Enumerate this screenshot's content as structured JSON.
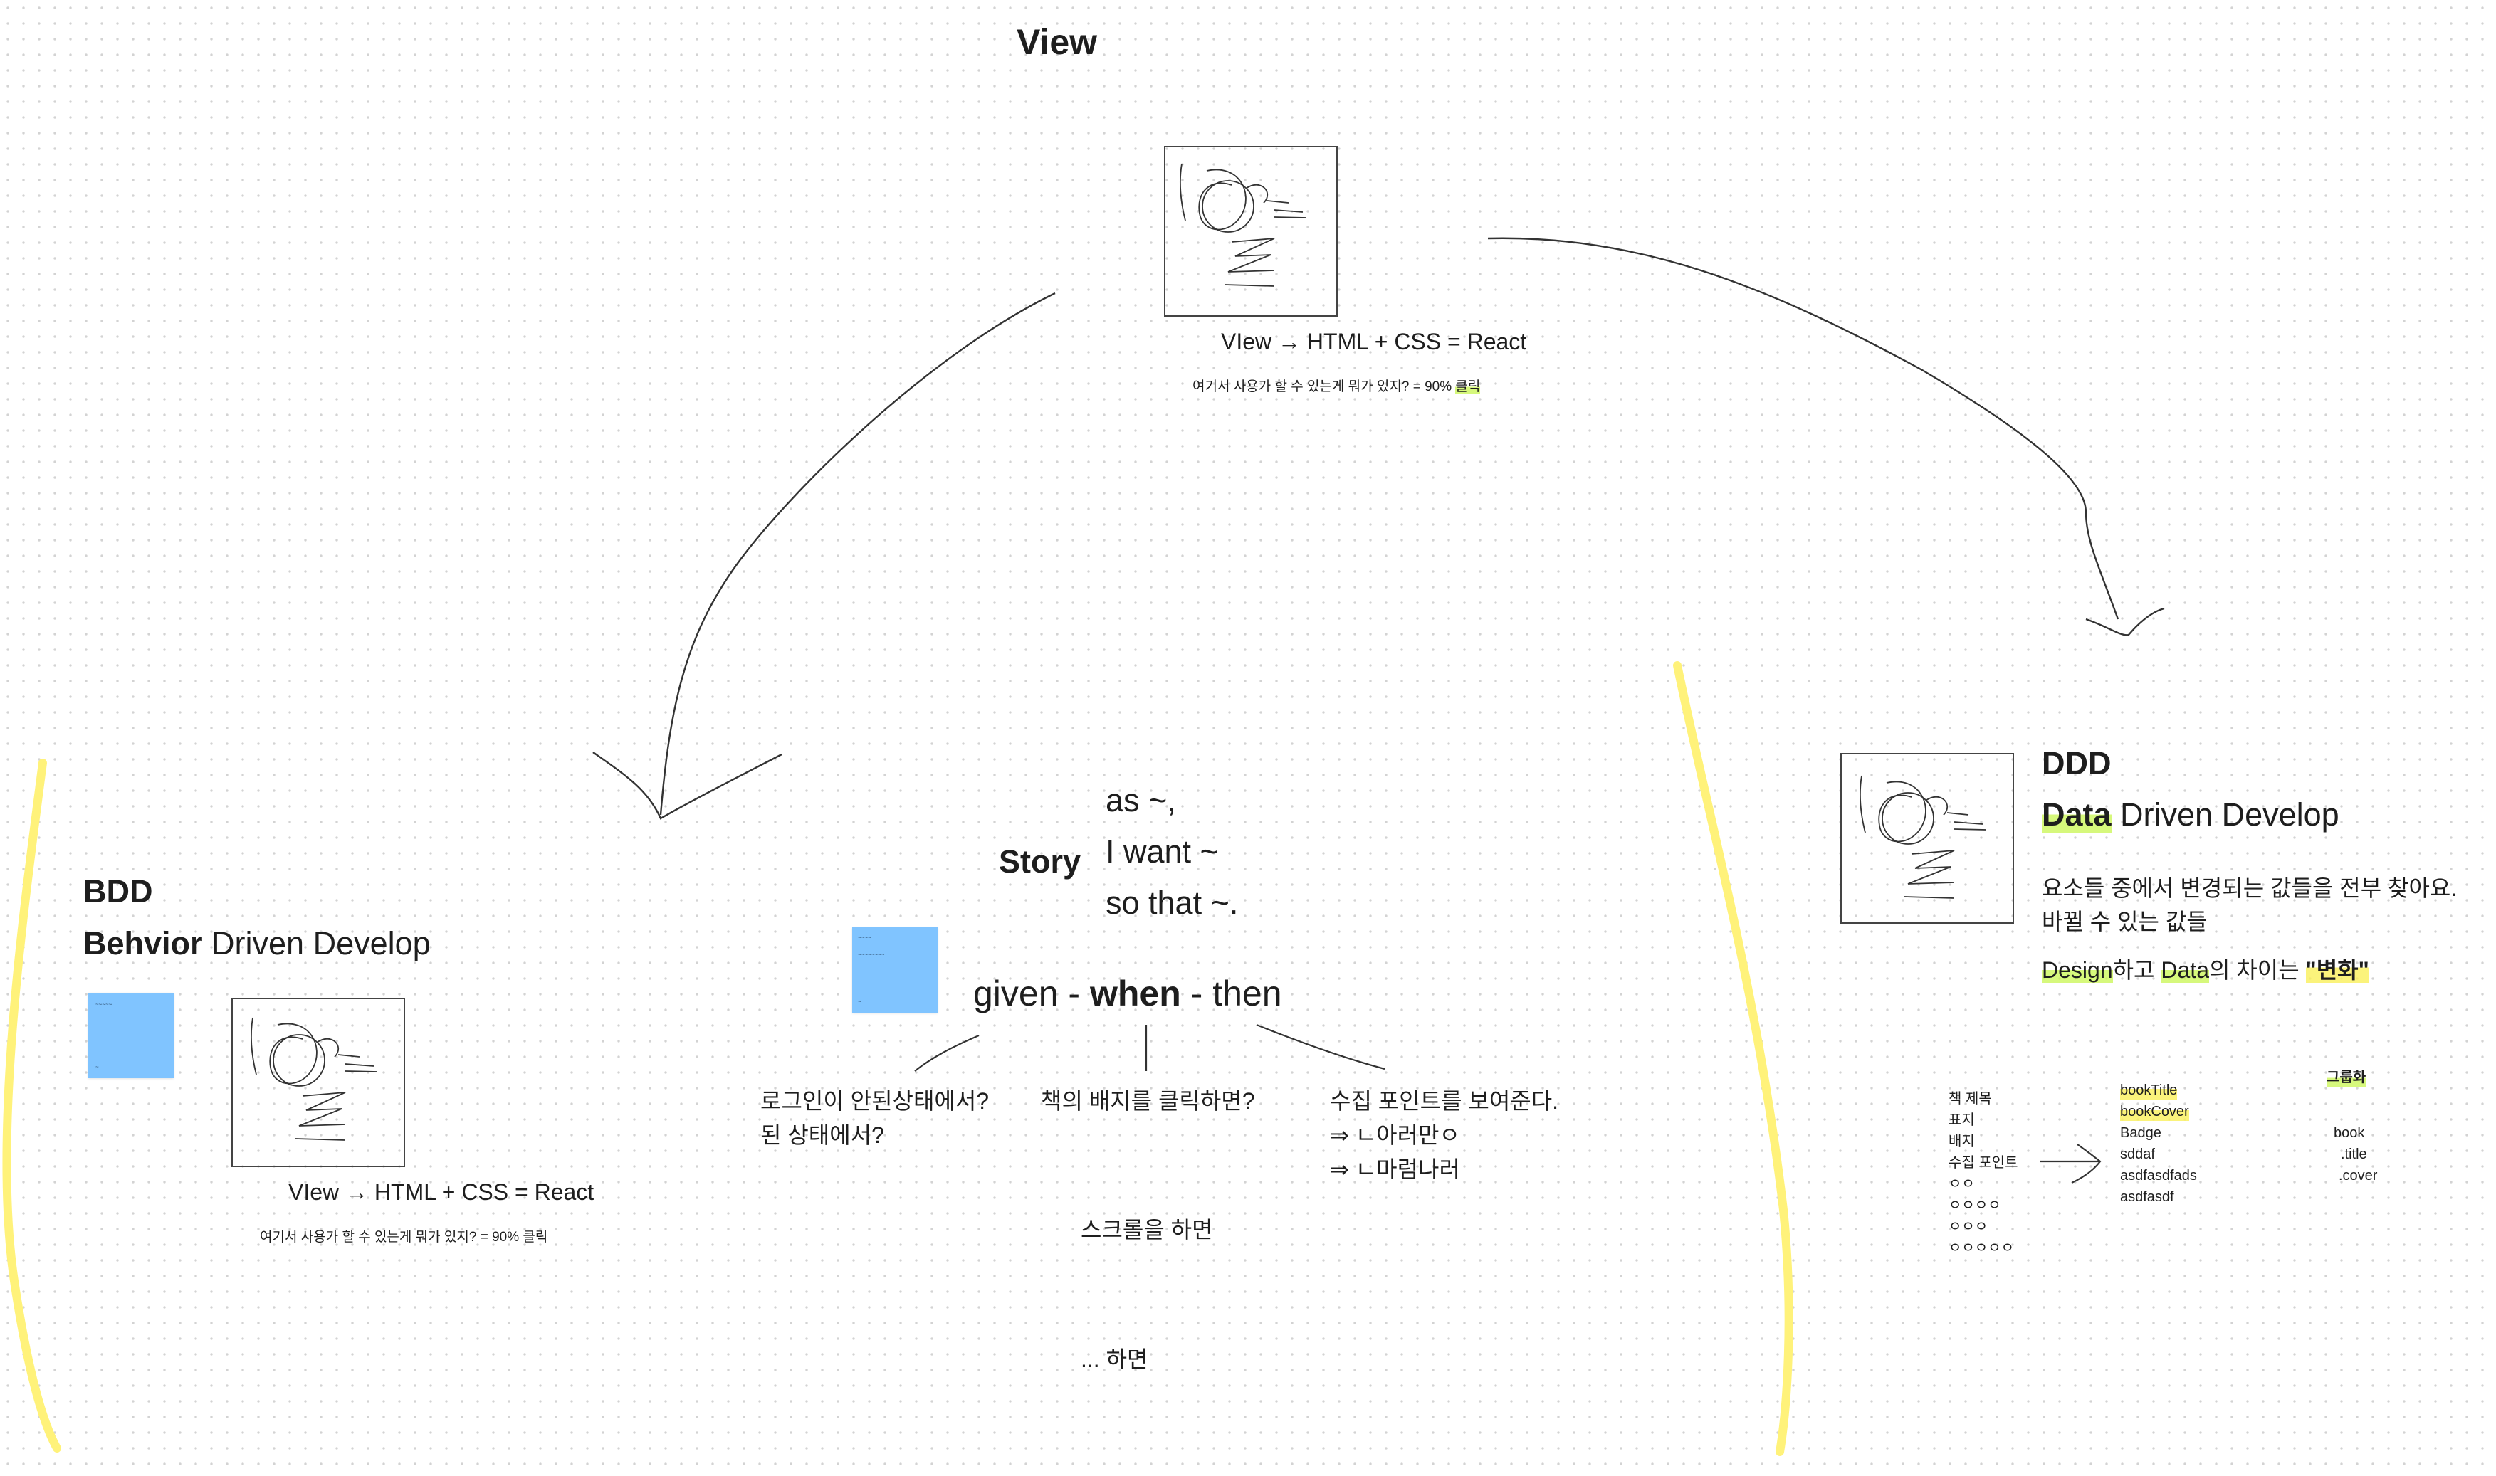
{
  "view": {
    "title": "View",
    "formula": "VIew → HTML + CSS  = React",
    "note_prefix": "여기서 사용가 할 수 있는게 뭐가 있지? = 90% ",
    "note_highlight": "클릭"
  },
  "bdd": {
    "abbr": "BDD",
    "name_bold": "Behvior",
    "name_rest": " Driven Develop",
    "formula": "VIew → HTML + CSS  = React",
    "note": "여기서 사용가 할 수 있는게 뭐가 있지? = 90% 클릭"
  },
  "story": {
    "label": "Story",
    "lines": [
      "as ~,",
      "I want ~",
      "so that ~."
    ],
    "gwt_given": "given - ",
    "gwt_when": "when",
    "gwt_then": " - then",
    "given_1": "로그인이 안된상태에서?",
    "given_2": "된 상태에서?",
    "when_1": "책의 배지를 클릭하면?",
    "then_1": "수집 포인트를 보여준다.",
    "then_2": "⇒ ㄴ아러만ㅇ",
    "then_3": "⇒ ㄴ마럼나러",
    "scroll": "스크롤을 하면",
    "etc": "... 하면"
  },
  "ddd": {
    "abbr": "DDD",
    "name_hl": "Data",
    "name_rest": " Driven Develop",
    "desc_1": "요소들 중에서 변경되는 값들을 전부 찾아요.",
    "desc_2": "바뀔 수 있는 값들",
    "diff_design": "Design",
    "diff_mid1": "하고 ",
    "diff_data": "Data",
    "diff_mid2": "의 차이는 ",
    "diff_open": "\"",
    "diff_change": "변화",
    "diff_close": "\"",
    "list_left": [
      "책 제목",
      "표지",
      "배지",
      "수집 포인트",
      "ㅇㅇ",
      "ㅇㅇㅇㅇ",
      "ㅇㅇㅇ",
      "ㅇㅇㅇㅇㅇ"
    ],
    "list_mid": [
      "bookTitle",
      "bookCover",
      "Badge",
      "sddaf",
      "asdfasdfads",
      "asdfasdf"
    ],
    "group_label": "그룹화",
    "list_right": [
      "book",
      ".title",
      ".cover"
    ]
  },
  "colors": {
    "highlight_green": "#c9f550",
    "highlight_yellow": "#faf05a",
    "sticky_blue": "#80c4ff",
    "ink": "#333333"
  }
}
